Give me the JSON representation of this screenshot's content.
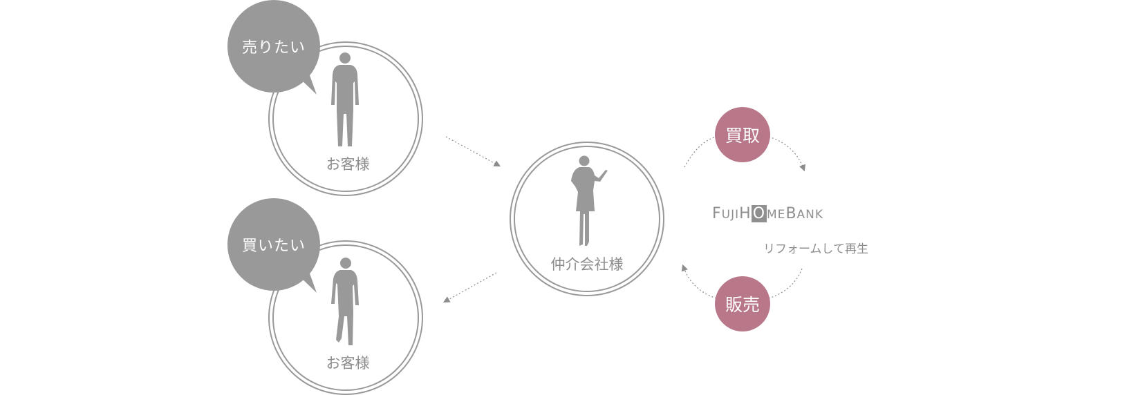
{
  "diagram": {
    "sellers": {
      "bubble_text": "売りたい",
      "label": "お客様"
    },
    "buyers": {
      "bubble_text": "買いたい",
      "label": "お客様"
    },
    "agent": {
      "label": "仲介会社様"
    },
    "buy_badge": "買取",
    "sell_badge": "販売",
    "brand": {
      "parts": [
        "F",
        "UJI ",
        "H",
        "O",
        "ME ",
        "B",
        "ANK"
      ],
      "tagline": "リフォームして再生"
    },
    "colors": {
      "gray": "#999999",
      "badge": "#b8788a",
      "text": "#8c8c8c"
    }
  }
}
